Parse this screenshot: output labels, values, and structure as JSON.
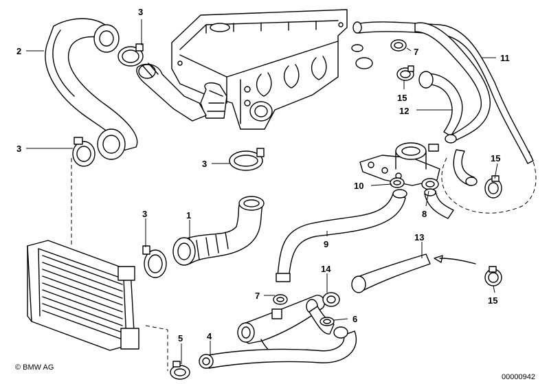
{
  "labels": {
    "p1": "1",
    "p2": "2",
    "p3a": "3",
    "p3b": "3",
    "p3c": "3",
    "p3d": "3",
    "p4": "4",
    "p5": "5",
    "p6": "6",
    "p7a": "7",
    "p7b": "7",
    "p8": "8",
    "p9": "9",
    "p10": "10",
    "p11": "11",
    "p12": "12",
    "p13": "13",
    "p14": "14",
    "p15a": "15",
    "p15b": "15",
    "p15c": "15"
  },
  "footer": {
    "copyright": "© BMW AG",
    "diagram_id": "00000942"
  }
}
